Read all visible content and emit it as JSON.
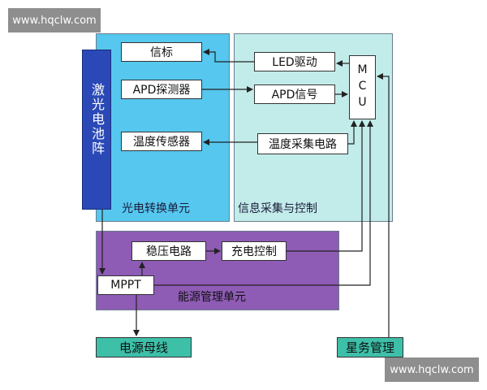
{
  "watermark": {
    "text": "www.hqclw.com"
  },
  "regions": {
    "photo": {
      "label": "光电转换单元",
      "color": "#56c7ee"
    },
    "info": {
      "label": "信息采集与控制",
      "color": "#c2ecea"
    },
    "power": {
      "label": "能源管理单元",
      "color": "#8e5bb5"
    }
  },
  "laser_array": {
    "label": "激光电池阵",
    "color": "#2b49b6"
  },
  "nodes": {
    "beacon": "信标",
    "led_driver": "LED驱动",
    "apd_detector": "APD探测器",
    "apd_signal": "APD信号",
    "mcu": "MCU",
    "temp_sensor": "温度传感器",
    "temp_circuit": "温度采集电路",
    "regulator": "稳压电路",
    "charge_control": "充电控制",
    "mppt": "MPPT",
    "power_bus": "电源母线",
    "satellite_mgmt": "星务管理"
  },
  "colors": {
    "teal": "#3dbfa8",
    "line": "#222222"
  }
}
